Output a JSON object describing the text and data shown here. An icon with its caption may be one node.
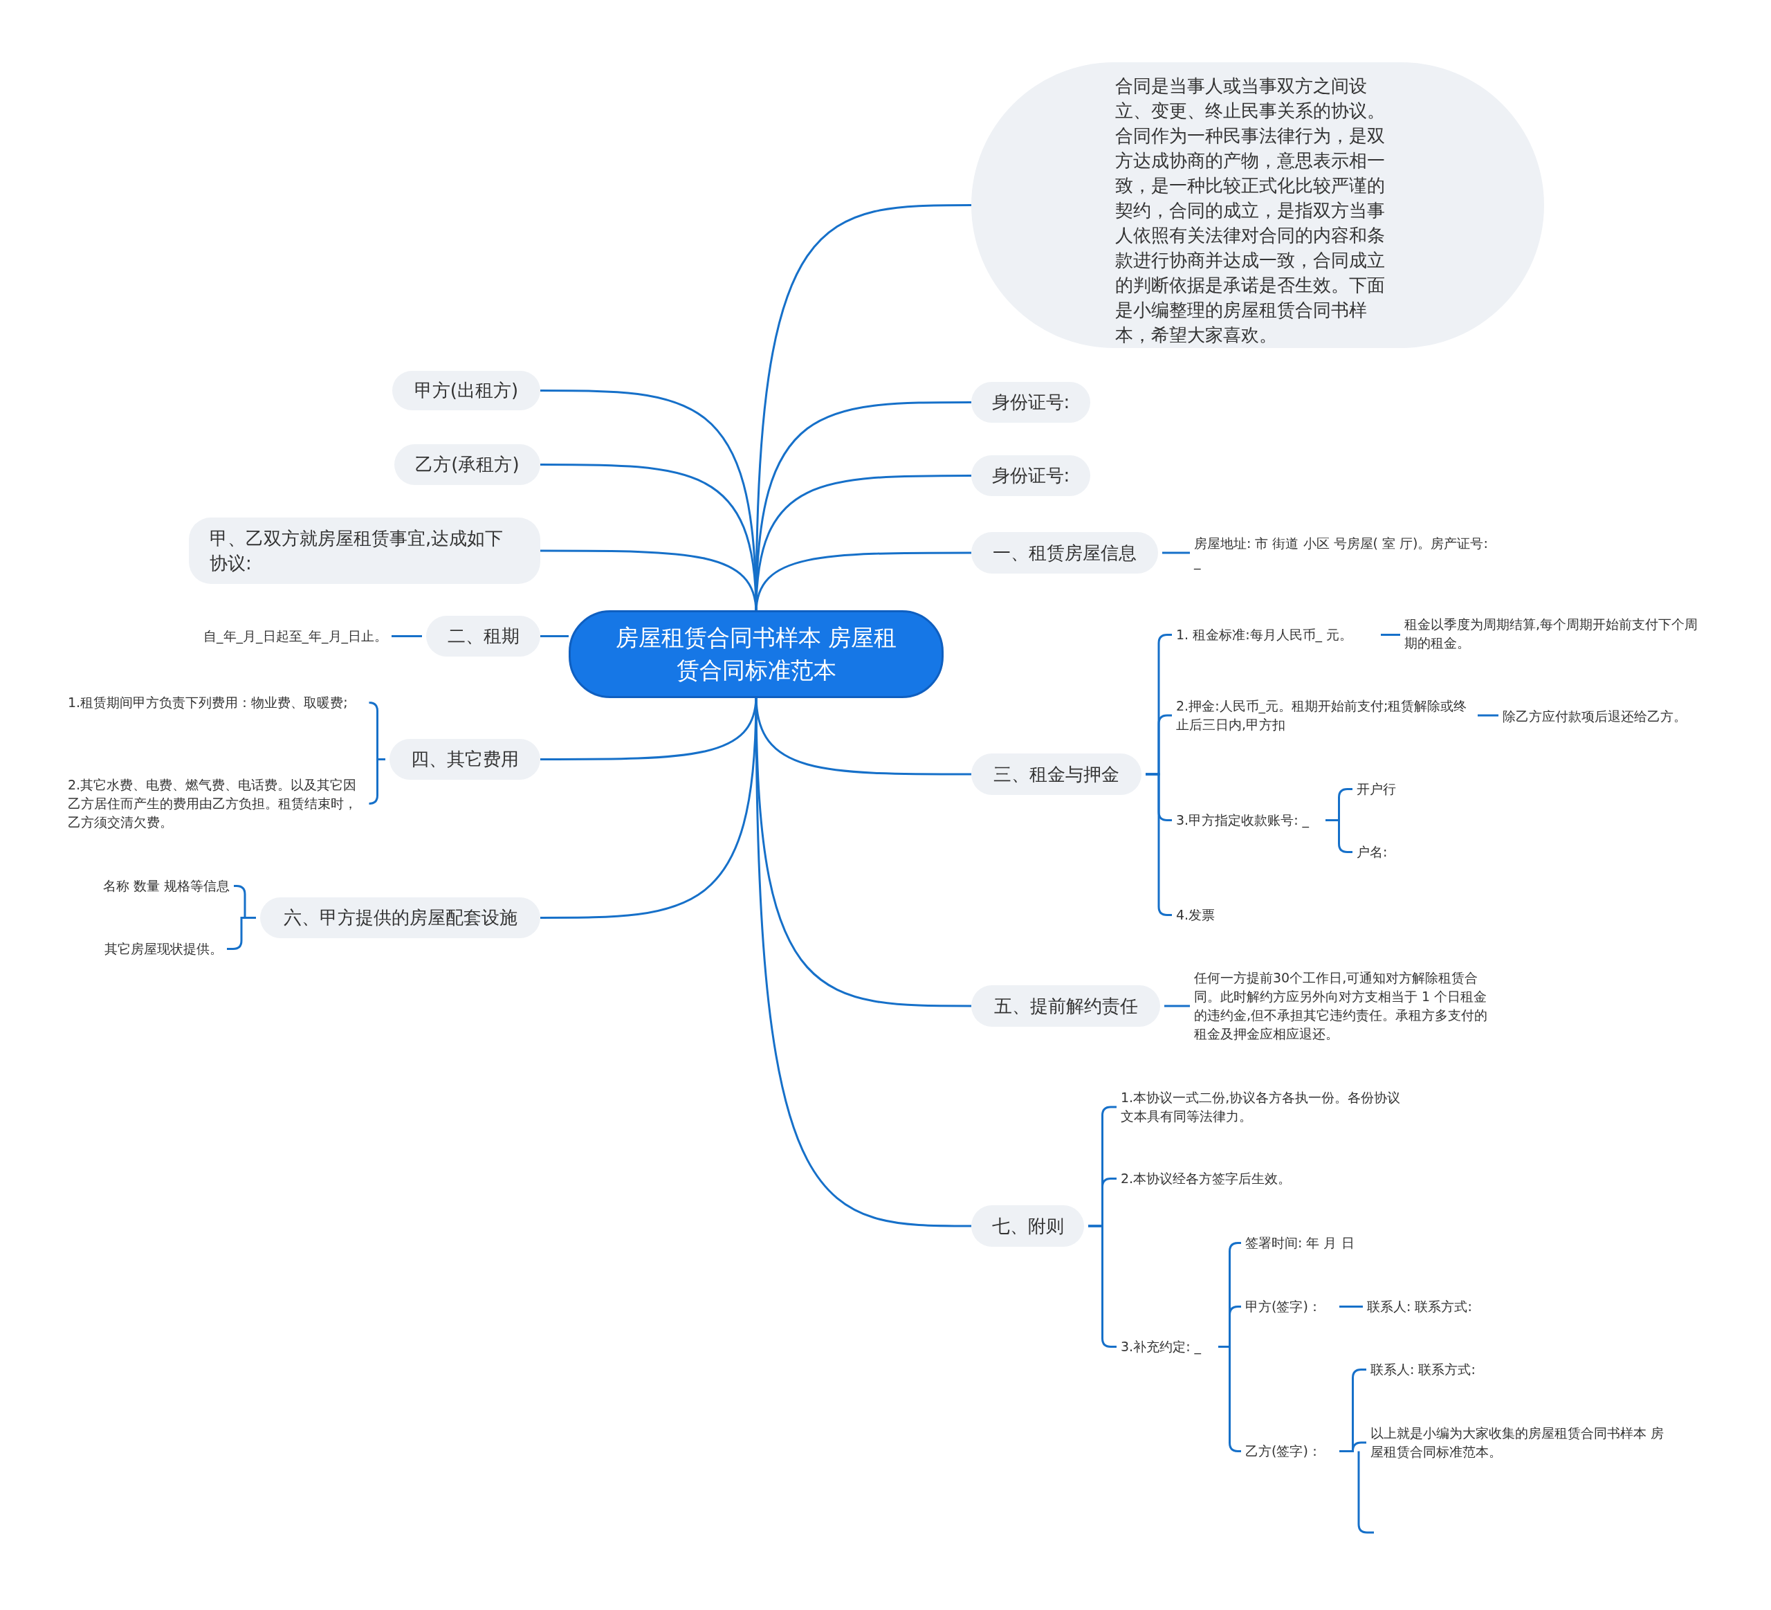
{
  "diagram": {
    "nodes": [
      {
        "text": [
          "房屋租赁合同书样本 房屋租赁合同标准范本"
        ]
      },
      {
        "text": [
          "合同是当事人或当事双方之间设立、变更、终止民事关系的协议。合同作为一种民事法律行为，是双方达成协商的产物，意思表示相一致，是一种比较正式化比较严谨的契约，合同的成立，是指双方当事人依照有关法律对合同的内容和条款进行协商并达成一致，合同成立的判断依据是承诺是否生效。下面是小编整理的房屋租赁合同书样本，希望大家喜欢。"
        ]
      },
      {
        "text": [
          "身份证号:"
        ]
      },
      {
        "text": [
          "身份证号:"
        ]
      },
      {
        "text": [
          "一、租赁房屋信息"
        ]
      },
      {
        "text": [
          "房屋地址: 市 街道 小区 号房屋( 室 厅)。房产证号: _"
        ]
      },
      {
        "text": [
          "三、租金与押金"
        ]
      },
      {
        "text": [
          "1. 租金标准:每月人民币_ 元。"
        ]
      },
      {
        "text": [
          "租金以季度为周期结算,每个周期开始前支付下个周期的租金。"
        ]
      },
      {
        "text": [
          "2.押金:人民币_元。租期开始前支付;租赁解除或终止后三日内,甲方扣"
        ]
      },
      {
        "text": [
          "除乙方应付款项后退还给乙方。"
        ]
      },
      {
        "text": [
          "3.甲方指定收款账号: _"
        ]
      },
      {
        "text": [
          "开户行"
        ]
      },
      {
        "text": [
          "户名:"
        ]
      },
      {
        "text": [
          "4.发票"
        ]
      },
      {
        "text": [
          "五、提前解约责任"
        ]
      },
      {
        "text": [
          "任何一方提前30个工作日,可通知对方解除租赁合同。此时解约方应另外向对方支相当于 1 个日租金的违约金,但不承担其它违约责任。承租方多支付的租金及押金应相应退还。"
        ]
      },
      {
        "text": [
          "七、附则"
        ]
      },
      {
        "text": [
          "1.本协议一式二份,协议各方各执一份。各份协议文本具有同等法律力。"
        ]
      },
      {
        "text": [
          "2.本协议经各方签字后生效。"
        ]
      },
      {
        "text": [
          "3.补充约定: _"
        ]
      },
      {
        "text": [
          "签署时间: 年 月 日"
        ]
      },
      {
        "text": [
          "甲方(签字)："
        ]
      },
      {
        "text": [
          "联系人: 联系方式:"
        ]
      },
      {
        "text": [
          "乙方(签字)："
        ]
      },
      {
        "text": [
          "联系人: 联系方式:"
        ]
      },
      {
        "text": [
          "以上就是小编为大家收集的房屋租赁合同书样本 房屋租赁合同标准范本。"
        ]
      },
      {
        "text": [
          "甲方(出租方)"
        ]
      },
      {
        "text": [
          "乙方(承租方)"
        ]
      },
      {
        "text": [
          "甲、乙双方就房屋租赁事宜,达成如下协议:"
        ]
      },
      {
        "text": [
          "二、租期"
        ]
      },
      {
        "text": [
          "自_年_月_日起至_年_月_日止。"
        ]
      },
      {
        "text": [
          "四、其它费用"
        ]
      },
      {
        "text": [
          "1.租赁期间甲方负责下列费用：物业费、取暖费;"
        ]
      },
      {
        "text": [
          "2.其它水费、电费、燃气费、电话费。以及其它因乙方居住而产生的费用由乙方负担。租赁结束时，乙方须交清欠费。"
        ]
      },
      {
        "text": [
          "六、甲方提供的房屋配套设施"
        ]
      },
      {
        "text": [
          "名称 数量 规格等信息"
        ]
      },
      {
        "text": [
          "其它房屋现状提供。"
        ]
      }
    ],
    "edges": [
      {
        "from": 0,
        "to": 1,
        "arrow": "none"
      },
      {
        "from": 0,
        "to": 2,
        "arrow": "none"
      },
      {
        "from": 0,
        "to": 3,
        "arrow": "none"
      },
      {
        "from": 0,
        "to": 4,
        "arrow": "none"
      },
      {
        "from": 4,
        "to": 5,
        "arrow": "none"
      },
      {
        "from": 0,
        "to": 6,
        "arrow": "none"
      },
      {
        "from": 6,
        "to": 7,
        "arrow": "none"
      },
      {
        "from": 7,
        "to": 8,
        "arrow": "none"
      },
      {
        "from": 6,
        "to": 9,
        "arrow": "none"
      },
      {
        "from": 9,
        "to": 10,
        "arrow": "none"
      },
      {
        "from": 6,
        "to": 11,
        "arrow": "none"
      },
      {
        "from": 11,
        "to": 12,
        "arrow": "none"
      },
      {
        "from": 11,
        "to": 13,
        "arrow": "none"
      },
      {
        "from": 6,
        "to": 14,
        "arrow": "none"
      },
      {
        "from": 0,
        "to": 15,
        "arrow": "none"
      },
      {
        "from": 15,
        "to": 16,
        "arrow": "none"
      },
      {
        "from": 0,
        "to": 17,
        "arrow": "none"
      },
      {
        "from": 17,
        "to": 18,
        "arrow": "none"
      },
      {
        "from": 17,
        "to": 19,
        "arrow": "none"
      },
      {
        "from": 17,
        "to": 20,
        "arrow": "none"
      },
      {
        "from": 20,
        "to": 21,
        "arrow": "none"
      },
      {
        "from": 20,
        "to": 22,
        "arrow": "none"
      },
      {
        "from": 22,
        "to": 23,
        "arrow": "none"
      },
      {
        "from": 20,
        "to": 24,
        "arrow": "none"
      },
      {
        "from": 24,
        "to": 25,
        "arrow": "none"
      },
      {
        "from": 24,
        "to": 26,
        "arrow": "none"
      },
      {
        "from": 0,
        "to": 27,
        "arrow": "none"
      },
      {
        "from": 0,
        "to": 28,
        "arrow": "none"
      },
      {
        "from": 0,
        "to": 29,
        "arrow": "none"
      },
      {
        "from": 0,
        "to": 30,
        "arrow": "none"
      },
      {
        "from": 30,
        "to": 31,
        "arrow": "none"
      },
      {
        "from": 0,
        "to": 32,
        "arrow": "none"
      },
      {
        "from": 32,
        "to": 33,
        "arrow": "none"
      },
      {
        "from": 32,
        "to": 34,
        "arrow": "none"
      },
      {
        "from": 0,
        "to": 35,
        "arrow": "none"
      },
      {
        "from": 35,
        "to": 36,
        "arrow": "none"
      },
      {
        "from": 35,
        "to": 37,
        "arrow": "none"
      }
    ]
  }
}
